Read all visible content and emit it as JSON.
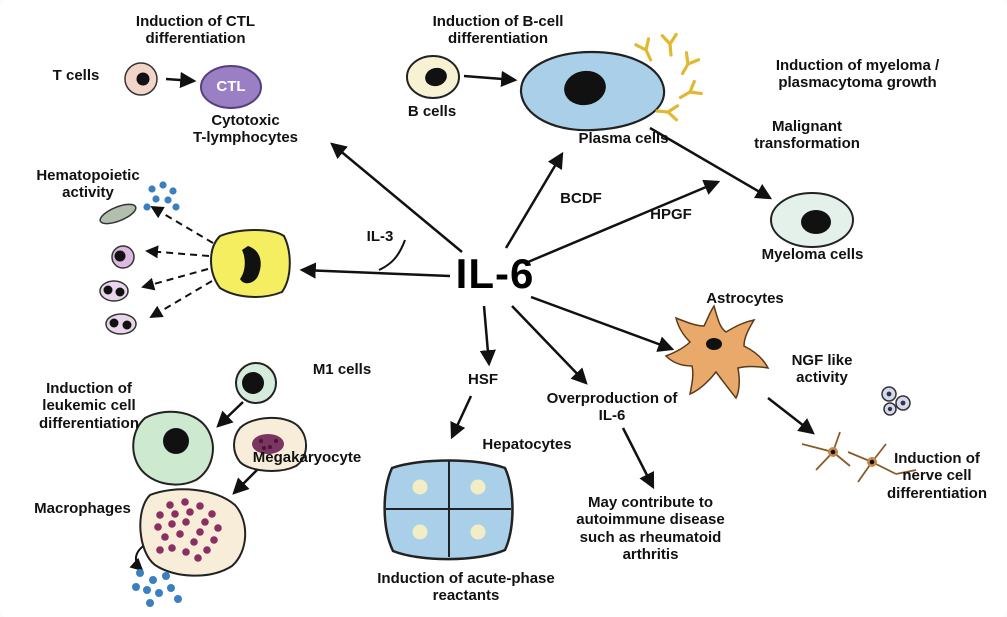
{
  "diagram": {
    "center_label": "IL-6",
    "labels": {
      "induction_ctl": "Induction of CTL\ndifferentiation",
      "t_cells": "T cells",
      "ctl_badge": "CTL",
      "cytotoxic_t": "Cytotoxic\nT-lymphocytes",
      "induction_bcell": "Induction of B-cell\ndifferentiation",
      "b_cells": "B cells",
      "plasma_cells": "Plasma cells",
      "myeloma_growth": "Induction of myeloma /\nplasmacytoma growth",
      "malignant": "Malignant\ntransformation",
      "myeloma_cells": "Myeloma cells",
      "hematopoietic": "Hematopoietic\nactivity",
      "il3": "IL-3",
      "bcdf": "BCDF",
      "hpgf": "HPGF",
      "astrocytes": "Astrocytes",
      "ngf": "NGF like\nactivity",
      "hsf": "HSF",
      "overproduction": "Overproduction of\nIL-6",
      "m1_cells": "M1 cells",
      "leukemic": "Induction of\nleukemic cell\ndifferentiation",
      "megakaryocyte": "Megakaryocyte",
      "macrophages": "Macrophages",
      "hepatocytes": "Hepatocytes",
      "acute_phase": "Induction of acute-phase\nreactants",
      "autoimmune": "May contribute to\nautoimmune disease\nsuch as rheumatoid\narthritis",
      "nerve_diff": "Induction of\nnerve cell\ndifferentiation"
    },
    "colors": {
      "arrow": "#111111",
      "t_cell": "#f2d4c9",
      "ctl_cell": "#9a7fc4",
      "b_cell": "#f6f2d3",
      "plasma_cell": "#a9d0e8",
      "antibody": "#e0b832",
      "myeloma_cell": "#e4f0ea",
      "progenitor_cell": "#f4ee60",
      "rod_cell": "#b2bfae",
      "small_cell_purple": "#dcb9de",
      "small_cell_pale": "#ead6ea",
      "m1_cell": "#d5ecdc",
      "leukemic_cell": "#cde9cf",
      "megakaryocyte_cell": "#f8edd8",
      "megakaryocyte_nucleus": "#7a3560",
      "macrophage_cell": "#f8edd8",
      "granule": "#8a2f62",
      "hepatocyte_cell": "#a9d0e8",
      "hepatocyte_nucleus": "#f2edc4",
      "astrocyte_cell": "#e8a96b",
      "neuron_body": "#c8874a",
      "nerve_small_cell": "#d4d9ee",
      "dot_blue": "#3a7fc0"
    }
  }
}
